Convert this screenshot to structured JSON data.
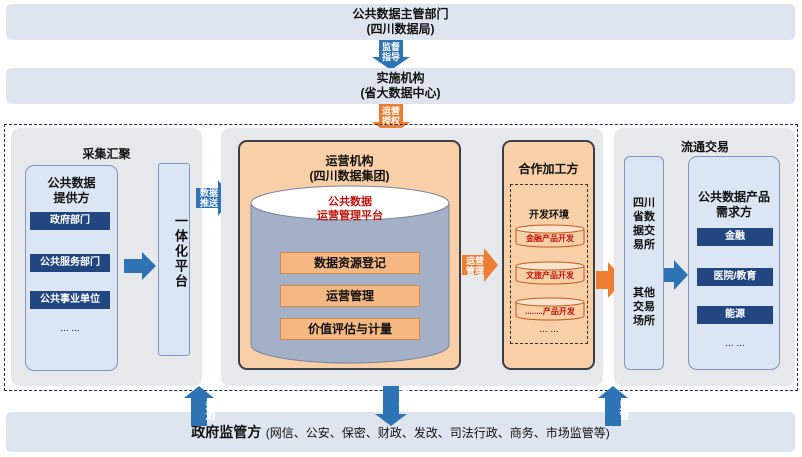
{
  "top_bar": {
    "line1": "公共数据主管部门",
    "line2": "(四川数据局)"
  },
  "arrow_supervise_guide": {
    "line1": "监督",
    "line2": "指导"
  },
  "mid_bar": {
    "line1": "实施机构",
    "line2": "(省大数据中心)"
  },
  "arrow_ops_auth": {
    "line1": "运营",
    "line2": "授权"
  },
  "collect": {
    "title": "采集汇聚",
    "provider_title_line1": "公共数据",
    "provider_title_line2": "提供方",
    "items": [
      "政府部门",
      "公共服务部门",
      "公共事业单位"
    ],
    "more": "... ...",
    "platform": "一体化平台"
  },
  "arrow_data_push": {
    "line1": "数据",
    "line2": "推送"
  },
  "operator": {
    "title_line1": "运营机构",
    "title_line2": "(四川数据集团)",
    "platform_line1": "公共数据",
    "platform_line2": "运营管理平台",
    "items": [
      "数据资源登记",
      "运营管理",
      "价值评估与计量"
    ]
  },
  "arrow_ops_manage": {
    "line1": "运营",
    "line2": "管理"
  },
  "partner": {
    "title": "合作加工方",
    "env_title": "开发环境",
    "products": [
      "金融产品开发",
      "文旅产品开发",
      "........产品开发"
    ],
    "more": "... ..."
  },
  "circulation": {
    "title": "流通交易",
    "exchange_line1": "四川省数据交易所",
    "exchange_line2": "其他交易场所",
    "demand_title_line1": "公共数据产品",
    "demand_title_line2": "需求方",
    "items": [
      "金融",
      "医院/教育",
      "能源"
    ],
    "more": "... ..."
  },
  "bottom": {
    "title": "政府监管方",
    "detail": "(网信、公安、保密、财政、发改、司法行政、商务、市场监管等)",
    "arrow_plan": "规划",
    "arrow_feedback": "反馈",
    "arrow_supervise": "监督"
  },
  "colors": {
    "blue_dark": "#22467f",
    "blue_arrow": "#2e74b5",
    "orange_arrow": "#ed7d31",
    "orange_fill": "#f8cfa6",
    "panel_gray": "#e6e8ec",
    "bar_blue": "#dfe5ef"
  }
}
